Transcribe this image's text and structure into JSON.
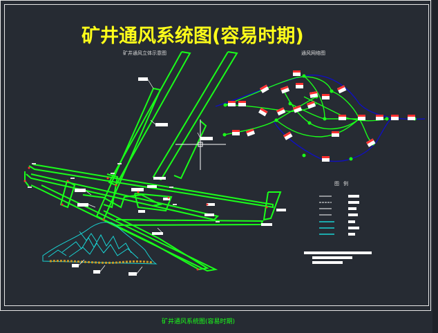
{
  "drawing": {
    "title": "矿井通风系统图(容易时期)",
    "caption": "矿井通风系统图(容易时期)",
    "left_view_title": "矿井通风立体示意图",
    "right_view_title": "通风网络图",
    "legend_title": "图例"
  },
  "colors": {
    "background": "#262b33",
    "title": "#ffff1a",
    "airway": "#1aff1a",
    "network_blue": "#1010c0",
    "terrain": "#19d4d4",
    "coal": "#c89a28",
    "label_box": "#ffffff",
    "node_marker": "#ff3030",
    "crosshair": "#ffffff",
    "legend_cyan": "#19d4d4"
  },
  "icons": {
    "crosshair": "cad-crosshair-cursor-icon",
    "node": "network-node-marker-icon"
  }
}
